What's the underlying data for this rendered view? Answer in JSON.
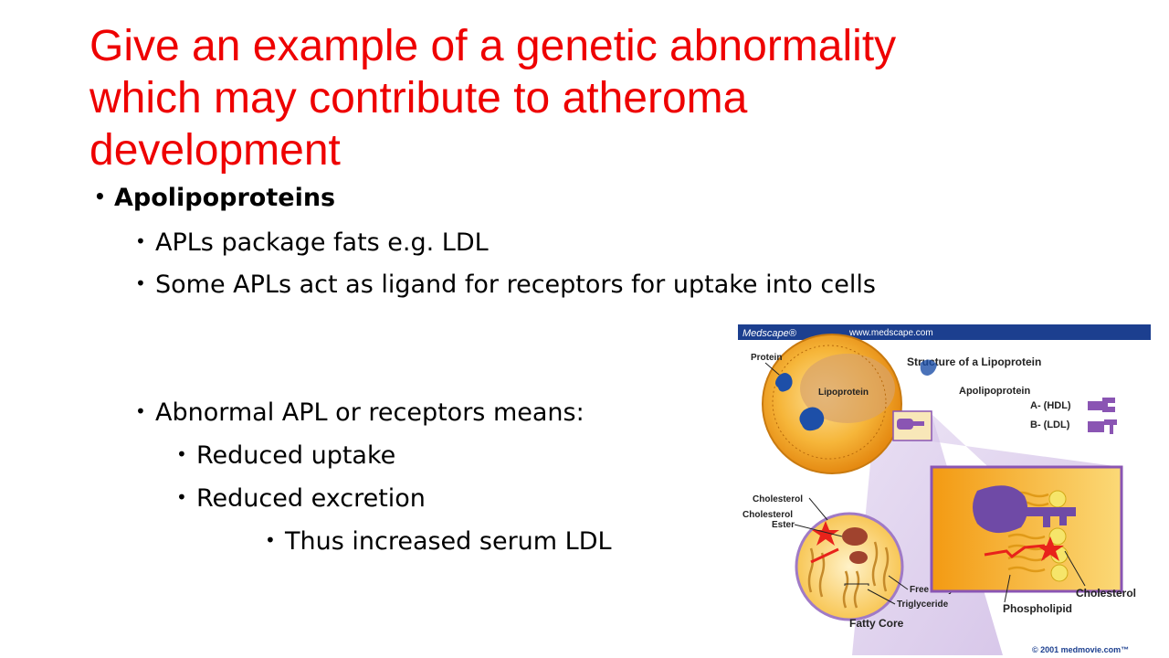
{
  "title": {
    "line1": "Give an example of a genetic abnormality",
    "line2": "which may contribute to atheroma",
    "line3": "development"
  },
  "bullets": [
    {
      "level": 1,
      "text": "Apolipoproteins",
      "bold": true
    },
    {
      "level": 2,
      "text": "APLs package fats e.g. LDL"
    },
    {
      "level": 2,
      "text": "Some APLs act as ligand for receptors for uptake into cells"
    },
    {
      "level": 2,
      "text": "Abnormal APL or receptors means:"
    },
    {
      "level": 3,
      "text": "Reduced uptake"
    },
    {
      "level": 3,
      "text": "Reduced excretion"
    },
    {
      "level": 4,
      "text": "Thus increased serum LDL"
    }
  ],
  "figure": {
    "brand": "Medscape®",
    "url": "www.medscape.com",
    "heading": "Structure of a Lipoprotein",
    "labels": {
      "protein": "Protein",
      "lipoprotein": "Lipoprotein",
      "apolipoprotein": "Apolipoprotein",
      "hdl": "A- (HDL)",
      "ldl": "B- (LDL)",
      "cholesterol": "Cholesterol",
      "cholesterol_ester_1": "Cholesterol",
      "cholesterol_ester_2": "Ester",
      "free_fatty_acid": "Free Fatty Acid",
      "triglyceride": "Triglyceride",
      "fatty_core": "Fatty Core",
      "cholesterol_right": "Cholesterol",
      "phospholipid": "Phospholipid",
      "copyright": "© 2001 medmovie.com™"
    },
    "colors": {
      "header_bar": "#1c3f8f",
      "particle": "#f4a71f",
      "apolipoprotein": "#8a55b3",
      "protein": "#1d4fa8",
      "highlight_red": "#e8221b",
      "title_red": "#ee0000"
    }
  }
}
